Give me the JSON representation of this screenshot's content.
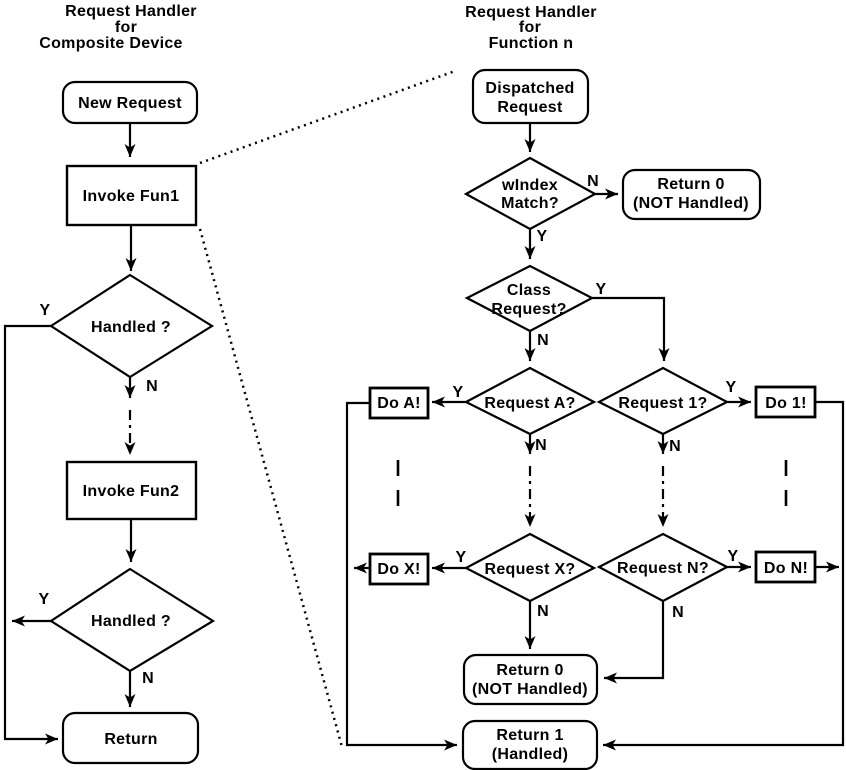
{
  "left": {
    "title": [
      "Request Handler",
      "for",
      "Composite Device"
    ],
    "new_request": "New Request",
    "invoke_fun1": "Invoke Fun1",
    "handled1": "Handled ?",
    "invoke_fun2": "Invoke Fun2",
    "handled2": "Handled ?",
    "return_node": "Return"
  },
  "right": {
    "title": [
      "Request Handler",
      "for",
      "Function n"
    ],
    "dispatched": [
      "Dispatched",
      "Request"
    ],
    "windex": [
      "wIndex",
      "Match?"
    ],
    "return0_top": [
      "Return 0",
      "(NOT Handled)"
    ],
    "class_request": [
      "Class",
      "Request?"
    ],
    "request_a": "Request A?",
    "request_1": "Request 1?",
    "do_a": "Do A!",
    "do_1": "Do 1!",
    "request_x": "Request X?",
    "request_n": "Request N?",
    "do_x": "Do X!",
    "do_n": "Do N!",
    "return0_bottom": [
      "Return 0",
      "(NOT Handled)"
    ],
    "return1": [
      "Return 1",
      "(Handled)"
    ]
  },
  "labels": {
    "yes": "Y",
    "no": "N"
  },
  "colors": {
    "ink": "#000000",
    "background": "#ffffff"
  }
}
